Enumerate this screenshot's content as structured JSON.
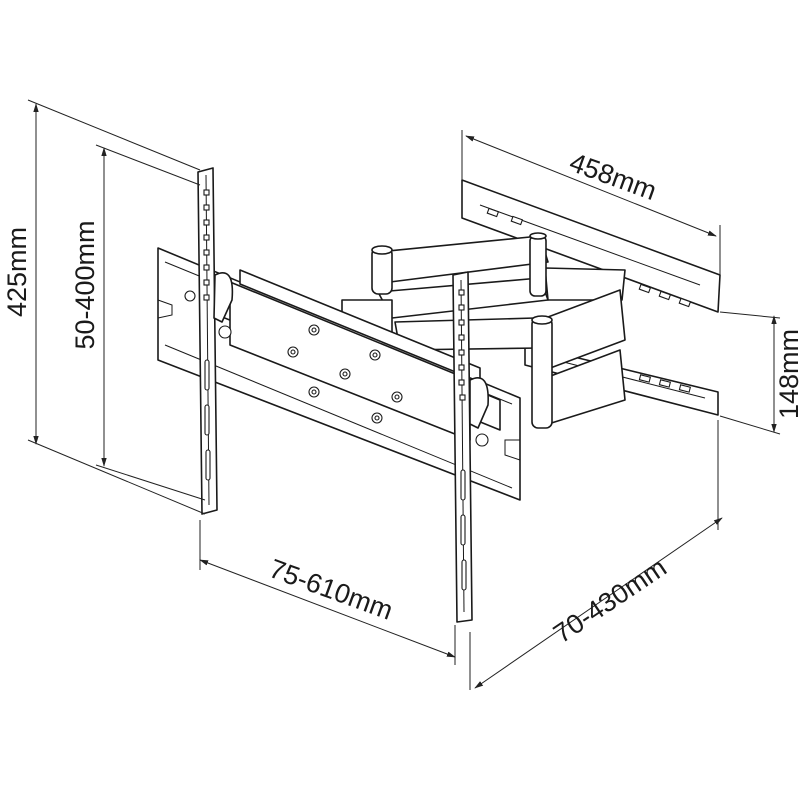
{
  "dimensions": {
    "total_height": "425mm",
    "vesa_vertical": "50-400mm",
    "vesa_horizontal": "75-610mm",
    "extension": "70-430mm",
    "wall_plate_width": "458mm",
    "wall_plate_height": "148mm"
  }
}
